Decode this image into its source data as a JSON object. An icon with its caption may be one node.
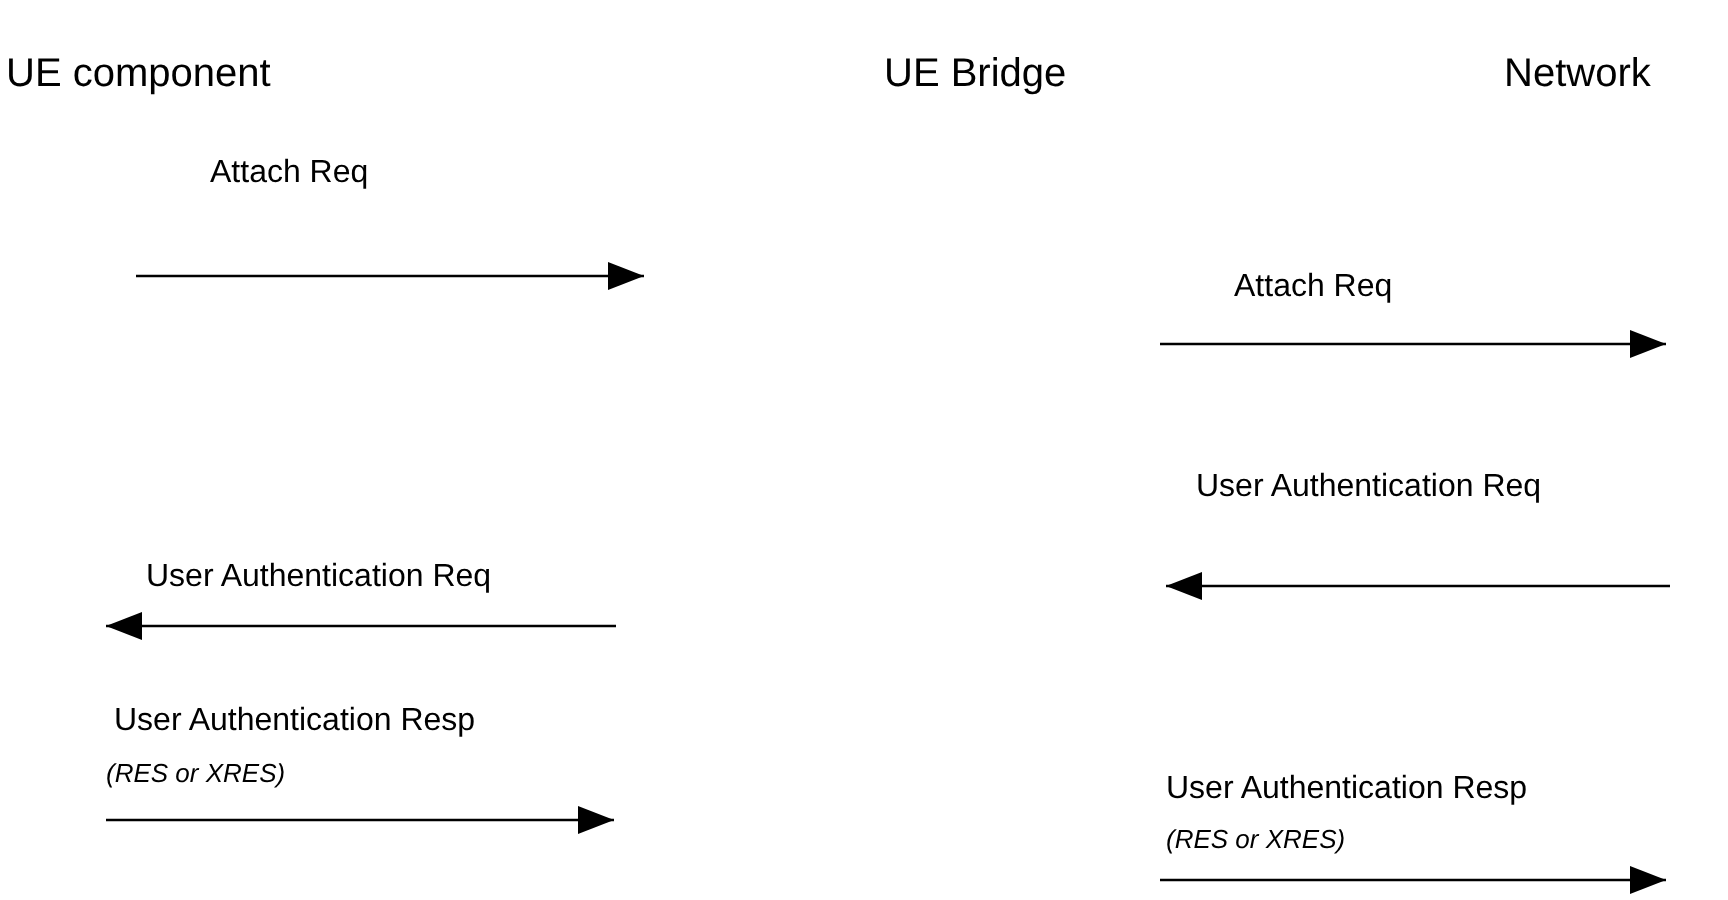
{
  "diagram": {
    "labels": [
      "UE component",
      "UE Bridge",
      "Network",
      "Attach Req",
      "Attach Req",
      "User Authentication Req",
      "User Authentication Req",
      "User Authentication Resp",
      "(RES or XRES)",
      "User Authentication Resp",
      "(RES or XRES)"
    ]
  }
}
